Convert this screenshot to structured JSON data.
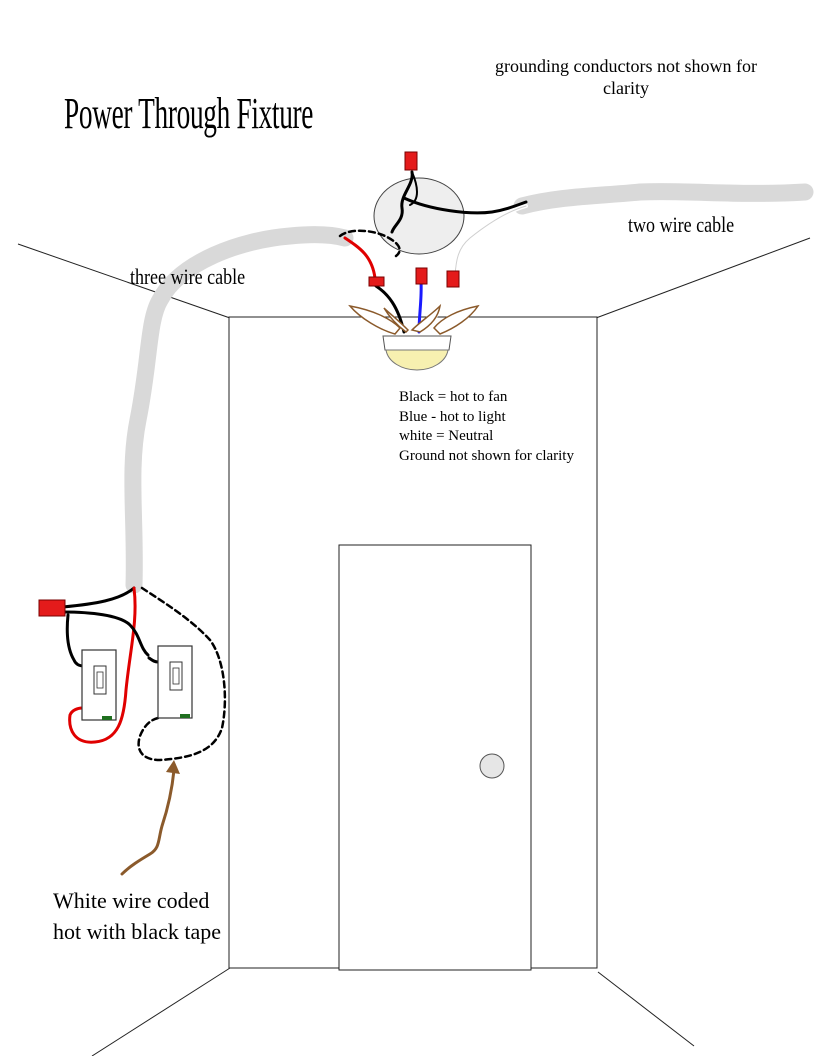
{
  "title": "Power Through Fixture",
  "note": "grounding conductors not shown for clarity",
  "labels": {
    "two_wire_cable": "two wire cable",
    "three_wire_cable": "three wire cable"
  },
  "legend": {
    "black": "Black =  hot to fan",
    "blue": "Blue - hot to light",
    "white": "white = Neutral",
    "ground": "Ground not shown for clarity"
  },
  "annotation": {
    "line1": "White wire coded",
    "line2": "hot with black tape"
  },
  "colors": {
    "cable": "#d9d9d9",
    "hot_black": "#000000",
    "hot_red": "#e00000",
    "light_blue": "#1a1aff",
    "neutral_white": "#ffffff",
    "wire_nut": "#e41b1b",
    "arrow": "#8b5a2b",
    "fan_blade": "#8b5a2b",
    "light_globe": "#f7f0b0"
  }
}
